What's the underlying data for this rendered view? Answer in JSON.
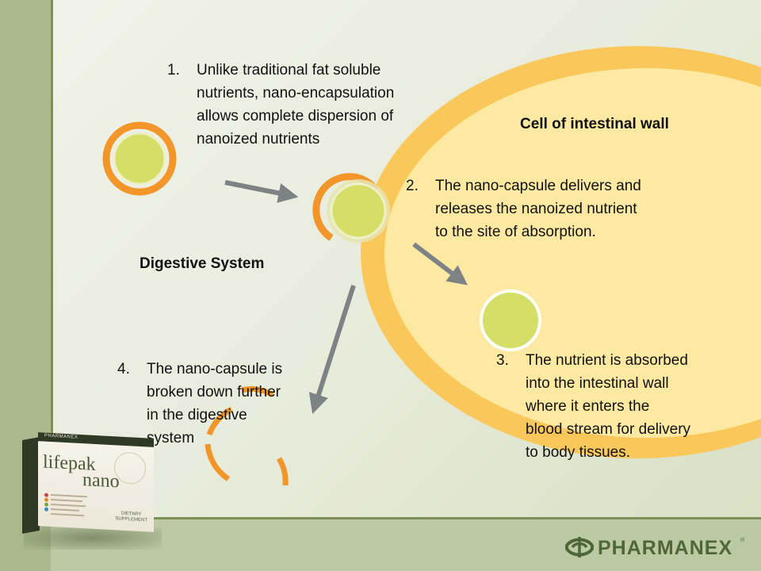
{
  "labels": {
    "cell": "Cell of intestinal wall",
    "digestive": "Digestive System"
  },
  "steps": [
    {
      "number": "1.",
      "lines": [
        "Unlike traditional fat soluble",
        "nutrients, nano-encapsulation",
        "allows complete dispersion of",
        "nanoized nutrients"
      ]
    },
    {
      "number": "2.",
      "lines": [
        "The nano-capsule delivers and",
        "releases the nanoized nutrient",
        "to the site of absorption."
      ]
    },
    {
      "number": "3.",
      "lines": [
        "The nutrient is absorbed",
        "into the intestinal wall",
        "where it enters the",
        "blood stream for delivery",
        "to body tissues."
      ]
    },
    {
      "number": "4.",
      "lines": [
        "The nano-capsule is",
        "broken down further",
        "in the digestive",
        "system"
      ]
    }
  ],
  "product": {
    "brand": "PHARMANEX",
    "title_line1": "lifepak",
    "title_line2": "nano",
    "badge_line1": "DIETARY",
    "badge_line2": "SUPPLEMENT"
  },
  "logo": {
    "text": "PHARMANEX",
    "registered": "®"
  },
  "colors": {
    "nutrient": "#d5de66",
    "capsule": "#f2962a",
    "cell_wall": "#fac85a",
    "cell_inside": "#fde9a1",
    "arrow": "#7d8285",
    "brand_green": "#4e6638"
  },
  "icons": [
    "pharmanex-logo-icon"
  ]
}
